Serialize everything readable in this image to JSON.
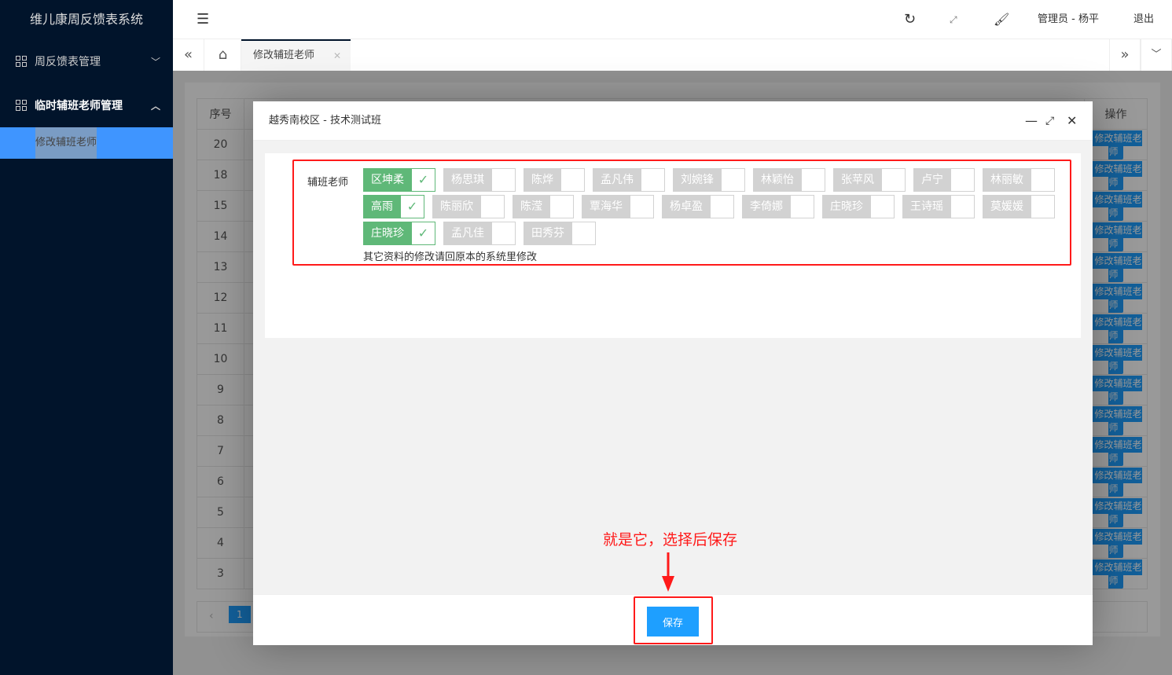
{
  "app": {
    "title": "维儿康周反馈表系统"
  },
  "sidebar": {
    "items": [
      {
        "label": "周反馈表管理"
      },
      {
        "label": "临时辅班老师管理",
        "children": [
          {
            "label": "修改辅班老师"
          }
        ]
      }
    ]
  },
  "header": {
    "user": "管理员 - 杨平",
    "logout": "退出"
  },
  "tabs": [
    {
      "label": "修改辅班老师"
    }
  ],
  "table": {
    "headers": [
      "序号",
      "操作"
    ],
    "rows": [
      "20",
      "18",
      "15",
      "14",
      "13",
      "12",
      "11",
      "10",
      "9",
      "8",
      "7",
      "6",
      "5",
      "4",
      "3"
    ],
    "op_label": "修改辅班老师",
    "page": "1"
  },
  "modal": {
    "title": "越秀南校区 - 技术测试班",
    "field_label": "辅班老师",
    "note": "其它资料的修改请回原本的系统里修改",
    "save": "保存",
    "teachers": [
      {
        "name": "区坤柔",
        "checked": true
      },
      {
        "name": "杨思琪",
        "checked": false
      },
      {
        "name": "陈烨",
        "checked": false
      },
      {
        "name": "孟凡伟",
        "checked": false
      },
      {
        "name": "刘婉锋",
        "checked": false
      },
      {
        "name": "林颖怡",
        "checked": false
      },
      {
        "name": "张苹风",
        "checked": false
      },
      {
        "name": "卢宁",
        "checked": false
      },
      {
        "name": "林丽敏",
        "checked": false
      },
      {
        "name": "高雨",
        "checked": true
      },
      {
        "name": "陈丽欣",
        "checked": false
      },
      {
        "name": "陈滢",
        "checked": false
      },
      {
        "name": "覃海华",
        "checked": false
      },
      {
        "name": "杨卓盈",
        "checked": false
      },
      {
        "name": "李倚娜",
        "checked": false
      },
      {
        "name": "庄晓珍",
        "checked": false
      },
      {
        "name": "王诗瑶",
        "checked": false
      },
      {
        "name": "莫媛媛",
        "checked": false
      },
      {
        "name": "庄晓珍",
        "checked": true
      },
      {
        "name": "孟凡佳",
        "checked": false
      },
      {
        "name": "田秀芬",
        "checked": false
      }
    ]
  },
  "annotation": {
    "text": "就是它，选择后保存"
  },
  "colors": {
    "sidebar": "#01142b",
    "accent": "#1e9fff",
    "checked": "#5fb878",
    "annotation": "#ff1a1a"
  }
}
